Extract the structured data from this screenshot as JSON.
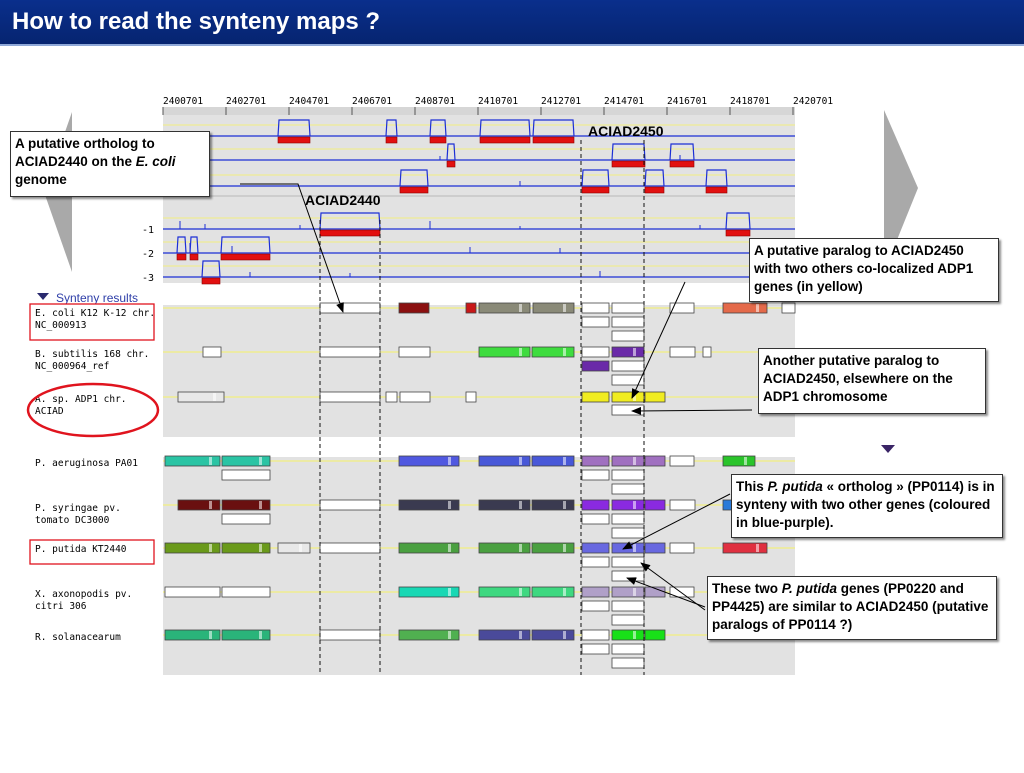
{
  "slide": {
    "title": "How to read the synteny maps ?"
  },
  "ruler": {
    "ticks": [
      "2400701",
      "2402701",
      "2404701",
      "2406701",
      "2408701",
      "2410701",
      "2412701",
      "2414701",
      "2416701",
      "2418701",
      "2420701"
    ]
  },
  "frames": {
    "labels": [
      "-1",
      "-2",
      "-3"
    ]
  },
  "gene_labels": {
    "aciad2450": "ACIAD2450",
    "aciad2440": "ACIAD2440"
  },
  "synteny": {
    "header": "Synteny results",
    "organisms": [
      {
        "line1": "E. coli K12 K-12 chr.",
        "line2": "NC_000913"
      },
      {
        "line1": "B. subtilis 168 chr.",
        "line2": "NC_000964_ref"
      },
      {
        "line1": "A. sp. ADP1 chr.",
        "line2": "ACIAD"
      },
      {
        "line1": "P. aeruginosa PA01",
        "line2": ""
      },
      {
        "line1": "P. syringae pv.",
        "line2": "tomato DC3000"
      },
      {
        "line1": "P. putida KT2440",
        "line2": ""
      },
      {
        "line1": "X. axonopodis pv.",
        "line2": "citri 306"
      },
      {
        "line1": "R. solanacearum",
        "line2": ""
      }
    ]
  },
  "callouts": {
    "c1": {
      "a": "A putative ortholog to ACIAD2440 on the ",
      "b": "E. coli",
      "c": " genome"
    },
    "c2": {
      "text": "A putative paralog to ACIAD2450 with two others co-localized ADP1 genes (in yellow)"
    },
    "c3": {
      "text": "Another putative paralog to ACIAD2450, elsewhere on the ADP1 chromosome"
    },
    "c4": {
      "a": "This ",
      "b": "P. putida",
      "c": " « ortholog » (PP0114) is in synteny with two other genes (coloured in blue-purple)."
    },
    "c5": {
      "a": "These two ",
      "b": "P. putida",
      "c": " genes (PP0220 and PP4425) are similar to ACIAD2450 (putative paralogs of PP0114 ?)"
    }
  },
  "colors": {
    "title_bar": "#0a2f8c",
    "panel_bg": "#e2e2e2",
    "signal": "#1c2fd6",
    "gene_red": "#e21010",
    "yellow_track": "#f3f07a",
    "ellipse": "#e0141e",
    "box_red": "#e0141e"
  }
}
